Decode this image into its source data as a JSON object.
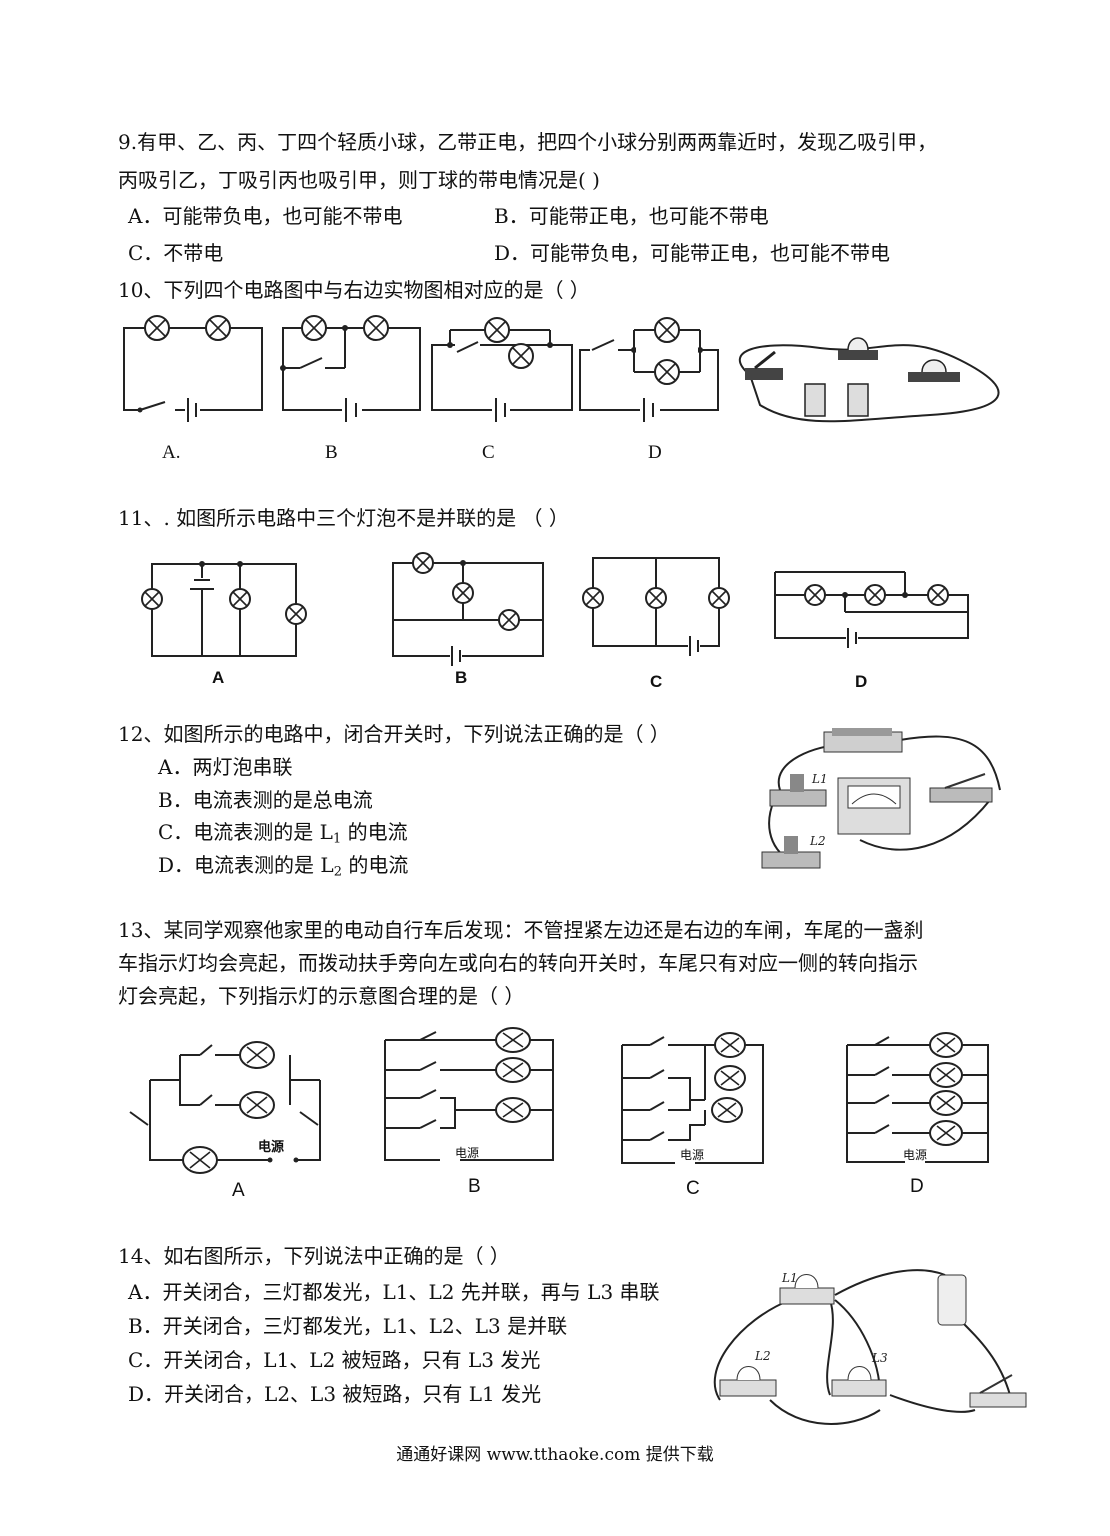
{
  "q9": {
    "line1": "9.有甲、乙、丙、丁四个轻质小球，乙带正电，把四个小球分别两两靠近时，发现乙吸引甲，",
    "line2": "丙吸引乙，丁吸引丙也吸引甲，则丁球的带电情况是(      )",
    "optA": "A．可能带负电，也可能不带电",
    "optB": "B．可能带正电，也可能不带电",
    "optC": "C．不带电",
    "optD": "D．可能带负电，可能带正电，也可能不带电"
  },
  "q10": {
    "stem": "10、下列四个电路图中与右边实物图相对应的是（      ）",
    "labels": [
      "A.",
      "B",
      "C",
      "D"
    ]
  },
  "q11": {
    "stem": "11、. 如图所示电路中三个灯泡不是并联的是      （      ）",
    "labels": [
      "A",
      "B",
      "C",
      "D"
    ]
  },
  "q12": {
    "stem": "12、如图所示的电路中，闭合开关时，下列说法正确的是（      ）",
    "optA": "A．两灯泡串联",
    "optB": "B．电流表测的是总电流",
    "optC_pre": "C．电流表测的是 L",
    "optC_sub": "1",
    "optC_post": " 的电流",
    "optD_pre": "D．电流表测的是 L",
    "optD_sub": "2",
    "optD_post": " 的电流",
    "fig_L1": "L1",
    "fig_L2": "L2"
  },
  "q13": {
    "line1": "13、某同学观察他家里的电动自行车后发现：不管捏紧左边还是右边的车闸，车尾的一盏刹",
    "line2": "车指示灯均会亮起，而拨动扶手旁向左或向右的转向开关时，车尾只有对应一侧的转向指示",
    "line3": "灯会亮起，下列指示灯的示意图合理的是（      ）",
    "source": "电源",
    "labels": [
      "A",
      "B",
      "C",
      "D"
    ]
  },
  "q14": {
    "stem": "14、如右图所示，下列说法中正确的是（      ）",
    "optA": "A．开关闭合，三灯都发光，L1、L2 先并联，再与 L3 串联",
    "optB": "B．开关闭合，三灯都发光，L1、L2、L3 是并联",
    "optC": "C．开关闭合，L1、L2 被短路，只有 L3 发光",
    "optD": "D．开关闭合，L2、L3 被短路，只有 L1 发光",
    "fig_L1": "L1",
    "fig_L2": "L2",
    "fig_L3": "L3"
  },
  "footer": "通通好课网  www.tthaoke.com  提供下载"
}
